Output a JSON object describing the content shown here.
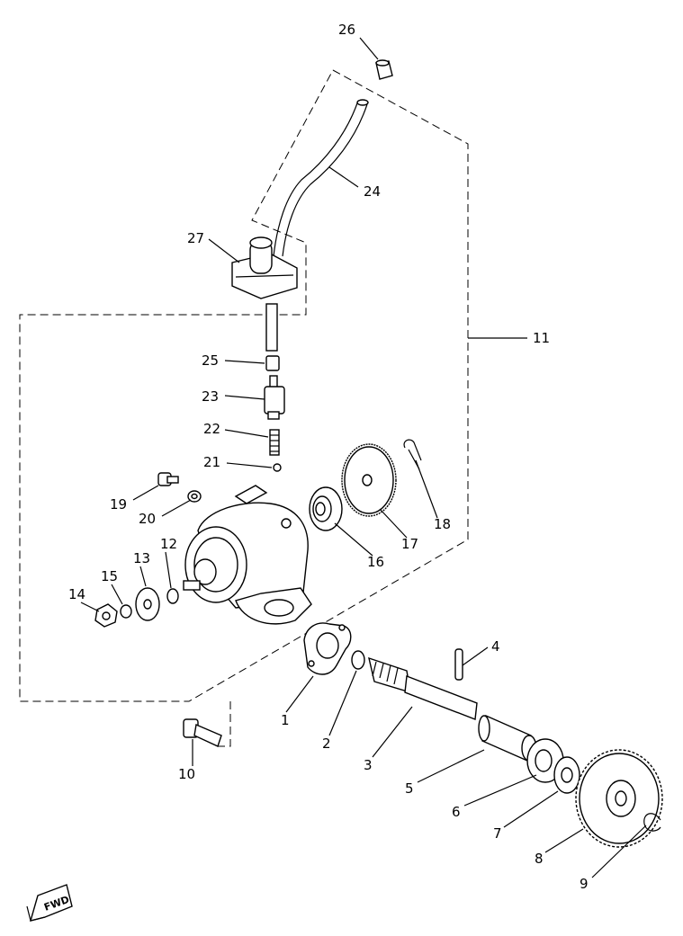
{
  "callouts": [
    {
      "id": "1",
      "text": "1"
    },
    {
      "id": "2",
      "text": "2"
    },
    {
      "id": "3",
      "text": "3"
    },
    {
      "id": "4",
      "text": "4"
    },
    {
      "id": "5",
      "text": "5"
    },
    {
      "id": "6",
      "text": "6"
    },
    {
      "id": "7",
      "text": "7"
    },
    {
      "id": "8",
      "text": "8"
    },
    {
      "id": "9",
      "text": "9"
    },
    {
      "id": "10",
      "text": "10"
    },
    {
      "id": "11",
      "text": "11"
    },
    {
      "id": "12",
      "text": "12"
    },
    {
      "id": "13",
      "text": "13"
    },
    {
      "id": "14",
      "text": "14"
    },
    {
      "id": "15",
      "text": "15"
    },
    {
      "id": "16",
      "text": "16"
    },
    {
      "id": "17",
      "text": "17"
    },
    {
      "id": "18",
      "text": "18"
    },
    {
      "id": "19",
      "text": "19"
    },
    {
      "id": "20",
      "text": "20"
    },
    {
      "id": "21",
      "text": "21"
    },
    {
      "id": "22",
      "text": "22"
    },
    {
      "id": "23",
      "text": "23"
    },
    {
      "id": "24",
      "text": "24"
    },
    {
      "id": "25",
      "text": "25"
    },
    {
      "id": "26",
      "text": "26"
    },
    {
      "id": "27",
      "text": "27"
    }
  ],
  "direction_badge": "FWD"
}
